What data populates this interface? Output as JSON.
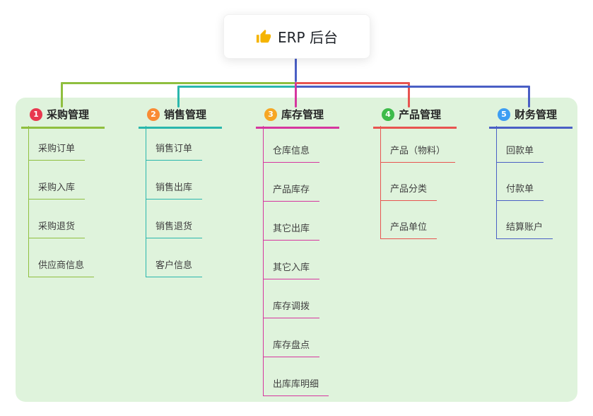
{
  "root": {
    "label": "ERP 后台",
    "icon": "thumbs-up"
  },
  "colors": {
    "page_bg": "#ffffff",
    "panel_bg": "#dff3dc",
    "root_drop": "#4a5fc5",
    "thumb_icon": "#f5b400"
  },
  "branches": [
    {
      "num": "1",
      "label": "采购管理",
      "badge_color": "#e8384f",
      "line_color": "#8fbf3f",
      "children": [
        "采购订单",
        "采购入库",
        "采购退货",
        "供应商信息"
      ]
    },
    {
      "num": "2",
      "label": "销售管理",
      "badge_color": "#f98b34",
      "line_color": "#2ab7ad",
      "children": [
        "销售订单",
        "销售出库",
        "销售退货",
        "客户信息"
      ]
    },
    {
      "num": "3",
      "label": "库存管理",
      "badge_color": "#f6a623",
      "line_color": "#d6369f",
      "children": [
        "仓库信息",
        "产品库存",
        "其它出库",
        "其它入库",
        "库存调拨",
        "库存盘点",
        "出库库明细"
      ]
    },
    {
      "num": "4",
      "label": "产品管理",
      "badge_color": "#3dbb4a",
      "line_color": "#e85450",
      "children": [
        "产品（物料）",
        "产品分类",
        "产品单位"
      ]
    },
    {
      "num": "5",
      "label": "财务管理",
      "badge_color": "#3d9df3",
      "line_color": "#4a5fc5",
      "children": [
        "回款单",
        "付款单",
        "结算账户"
      ]
    }
  ]
}
